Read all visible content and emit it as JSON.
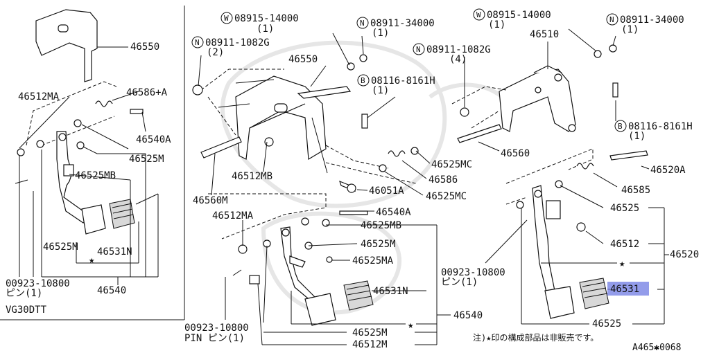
{
  "labels": {
    "l46550_left": "46550",
    "l46512MA_left": "46512MA",
    "l46586A": "46586+A",
    "l46540A_left": "46540A",
    "l46525M_left_top": "46525M",
    "l46525MB_left": "46525MB",
    "l46525M_left": "46525M",
    "l46531N_left": "46531N",
    "l00923_left": "00923-10800",
    "l00923_left_sub": "ピン(1)",
    "l46540_left": "46540",
    "lVG30DTT": "VG30DTT",
    "lW08915_mid": "08915-14000",
    "lW08915_mid_q": "(1)",
    "lN08911_34000_mid": "08911-34000",
    "lN08911_34000_mid_q": "(1)",
    "lN08911_1082G_mid": "08911-1082G",
    "lN08911_1082G_mid_q": "(2)",
    "l46550_mid": "46550",
    "lB08116_mid": "08116-8161H",
    "lB08116_mid_q": "(1)",
    "l46525MC_1": "46525MC",
    "l46586": "46586",
    "l46525MC_2": "46525MC",
    "l46512MB": "46512MB",
    "l46051A": "46051A",
    "l46560M": "46560M",
    "l46540A_mid": "46540A",
    "l46512MA_mid": "46512MA",
    "l46525MB_mid": "46525MB",
    "l46525M_mid": "46525M",
    "l46525MA": "46525MA",
    "l46531N_mid": "46531N",
    "l46540_mid": "46540",
    "l46525M_mid_bot": "46525M",
    "l46512M": "46512M",
    "l00923_mid": "00923-10800",
    "l00923_mid_sub": "PIN ピン(1)",
    "lW08915_right": "08915-14000",
    "lW08915_right_q": "(1)",
    "lN08911_34000_right": "08911-34000",
    "lN08911_34000_right_q": "(1)",
    "l46510": "46510",
    "lN08911_1082G_right": "08911-1082G",
    "lN08911_1082G_right_q": "(4)",
    "lB08116_right": "08116-8161H",
    "lB08116_right_q": "(1)",
    "l46560": "46560",
    "l46520A": "46520A",
    "l46585": "46585",
    "l46525_right_top": "46525",
    "l46512": "46512",
    "l46520": "46520",
    "l00923_right": "00923-10800",
    "l00923_right_sub": "ピン(1)",
    "l46531": "46531",
    "l46525_right_bot": "46525",
    "note": "注)★印の構成部品は非販売です。",
    "ref": "A465✱0068",
    "circW": "W",
    "circN": "N",
    "circB": "B",
    "star": "★"
  },
  "colors": {
    "ink": "#111111",
    "highlight": "#6f7be3",
    "shade": "#d8d8d8"
  }
}
